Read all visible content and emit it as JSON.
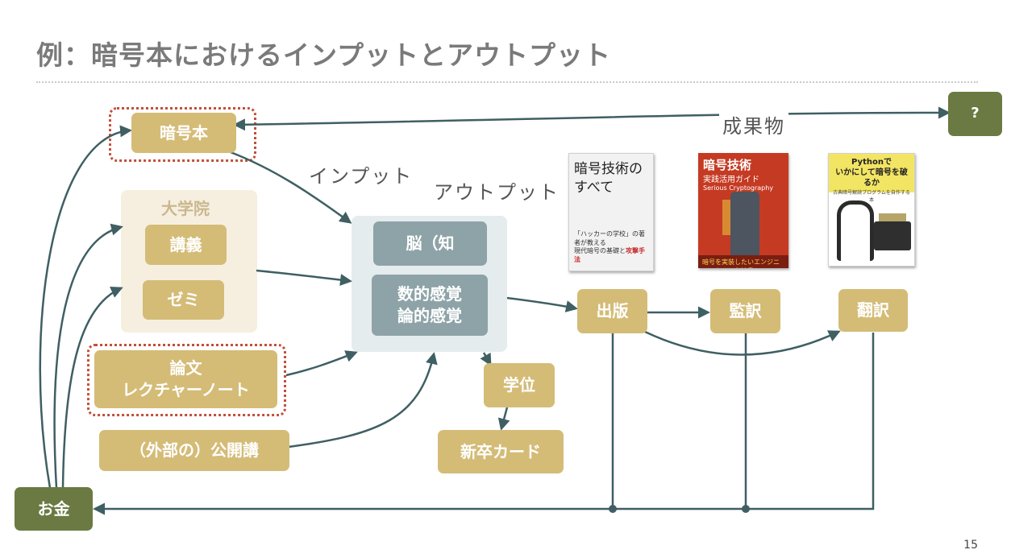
{
  "title": "例：暗号本におけるインプットとアウトプット",
  "page_number": "15",
  "colors": {
    "gold": "#d4bc77",
    "slate": "#8ea3a7",
    "olive": "#6a7a42",
    "arrow": "#3f5f63",
    "highlight_dashed": "#c0503a"
  },
  "nodes": {
    "crypto_book": "暗号本",
    "graduate_school": "大学院",
    "lecture": "講義",
    "seminar": "ゼミ",
    "papers_notes_line1": "論文",
    "papers_notes_line2": "レクチャーノート",
    "public_lecture": "（外部の）公開講",
    "brain": "脳（知",
    "sense_line1": "数的感覚",
    "sense_line2": "論的感覚",
    "degree": "学位",
    "new_grad_card": "新卒カード",
    "publish": "出版",
    "supervise_translation": "監訳",
    "translation": "翻訳",
    "money": "お金",
    "unknown": "?"
  },
  "labels": {
    "input": "インプット",
    "output": "アウトプット",
    "deliverables": "成果物"
  },
  "books": [
    {
      "title_line1": "暗号技術の",
      "title_line2": "すべて",
      "subtitle_line1": "「ハッカーの学校」の著者が教える",
      "subtitle_line2": "現代暗号の基礎と",
      "subtitle_highlight": "攻撃手法"
    },
    {
      "title_line1": "暗号技術",
      "title_line2": "実践活用ガイド",
      "subtitle": "Serious Cryptography",
      "footer": "暗号を実装したいエンジニアのための必読書！"
    },
    {
      "title_line1": "Pythonで",
      "title_line2": "いかにして暗号を破るか",
      "subtitle": "古典暗号解読プログラムを自作する本"
    }
  ]
}
